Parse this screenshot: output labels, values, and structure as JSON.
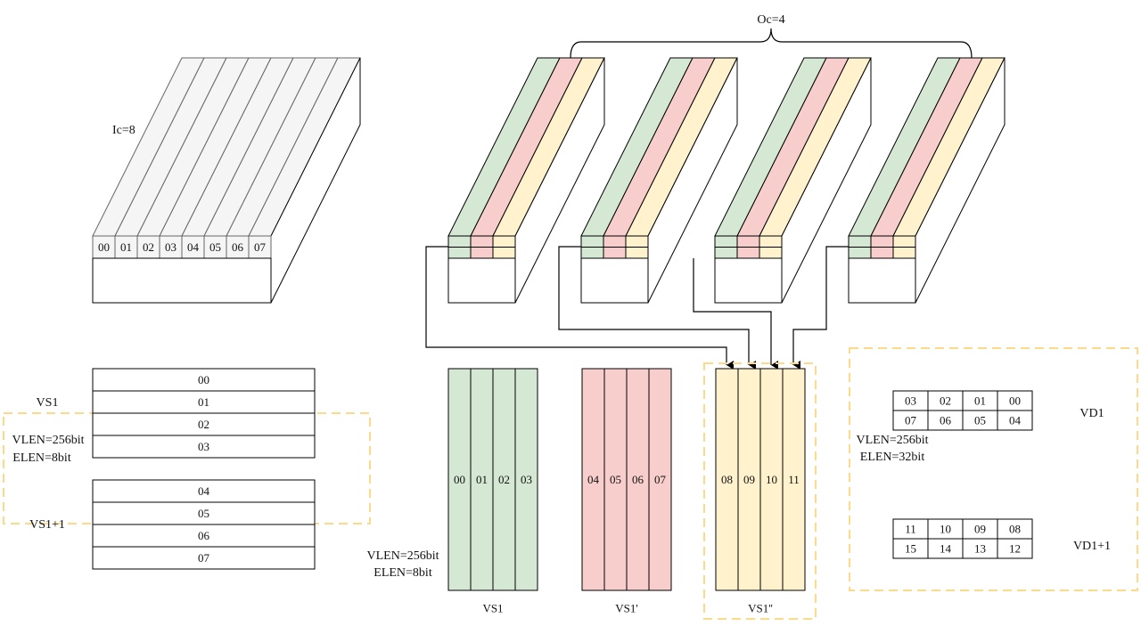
{
  "colors": {
    "green": "#d5e8d4",
    "red": "#f8cecc",
    "yellow": "#fff2cc",
    "gray": "#f5f5f5",
    "dash": "#ffd98a",
    "stroke": "#000000",
    "gray_stroke": "#666666"
  },
  "input_tensor": {
    "ic_label": "Ic=8",
    "channels": [
      "00",
      "01",
      "02",
      "03",
      "04",
      "05",
      "06",
      "07"
    ]
  },
  "filters": {
    "oc_label": "Oc=4"
  },
  "left_registers": {
    "vs1_label": "VS1",
    "vs1p1_label": "VS1+1",
    "vlen_label": "VLEN=256bit",
    "elen_label": "ELEN=8bit",
    "group1": [
      "00",
      "01",
      "02",
      "03"
    ],
    "group2": [
      "04",
      "05",
      "06",
      "07"
    ]
  },
  "vertical_registers": {
    "vlen_label": "VLEN=256bit",
    "elen_label": "ELEN=8bit",
    "regs": [
      {
        "name": "VS1",
        "cells": [
          "00",
          "01",
          "02",
          "03"
        ]
      },
      {
        "name": "VS1'",
        "cells": [
          "04",
          "05",
          "06",
          "07"
        ]
      },
      {
        "name": "VS1''",
        "cells": [
          "08",
          "09",
          "10",
          "11"
        ]
      }
    ]
  },
  "dest_registers": {
    "vlen_label": "VLEN=256bit",
    "elen_label": "ELEN=32bit",
    "vd1_label": "VD1",
    "vd1p1_label": "VD1+1",
    "vd1_rows": [
      [
        "03",
        "02",
        "01",
        "00"
      ],
      [
        "07",
        "06",
        "05",
        "04"
      ]
    ],
    "vd1p1_rows": [
      [
        "11",
        "10",
        "09",
        "08"
      ],
      [
        "15",
        "14",
        "13",
        "12"
      ]
    ]
  }
}
